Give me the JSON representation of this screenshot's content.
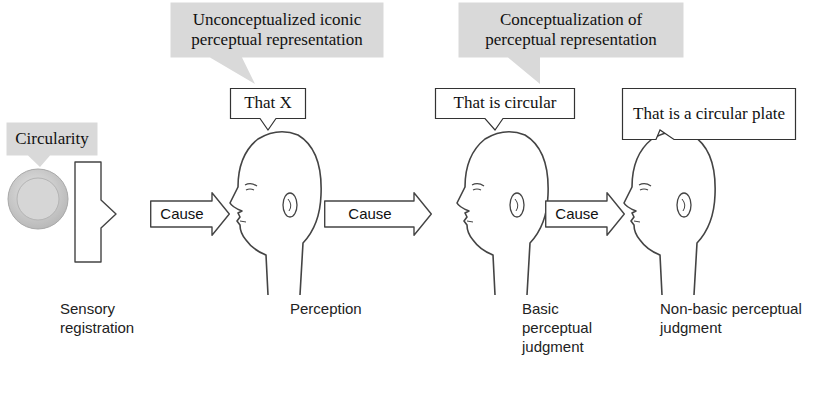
{
  "diagram": {
    "nodes": [
      {
        "text": [
          "Unconceptualized iconic perceptual representation"
        ]
      },
      {
        "text": [
          "Conceptualization of perceptual representation"
        ]
      },
      {
        "text": [
          "That X"
        ]
      },
      {
        "text": [
          "That is circular"
        ]
      },
      {
        "text": [
          "That is a circular plate"
        ]
      },
      {
        "text": [
          "Circularity"
        ]
      },
      {
        "text": [
          "Cause"
        ]
      },
      {
        "text": [
          "Cause"
        ]
      },
      {
        "text": [
          "Cause"
        ]
      }
    ],
    "labels": [
      "Sensory registration",
      "Perception",
      "Basic perceptual judgment",
      "Non-basic perceptual judgment"
    ]
  }
}
